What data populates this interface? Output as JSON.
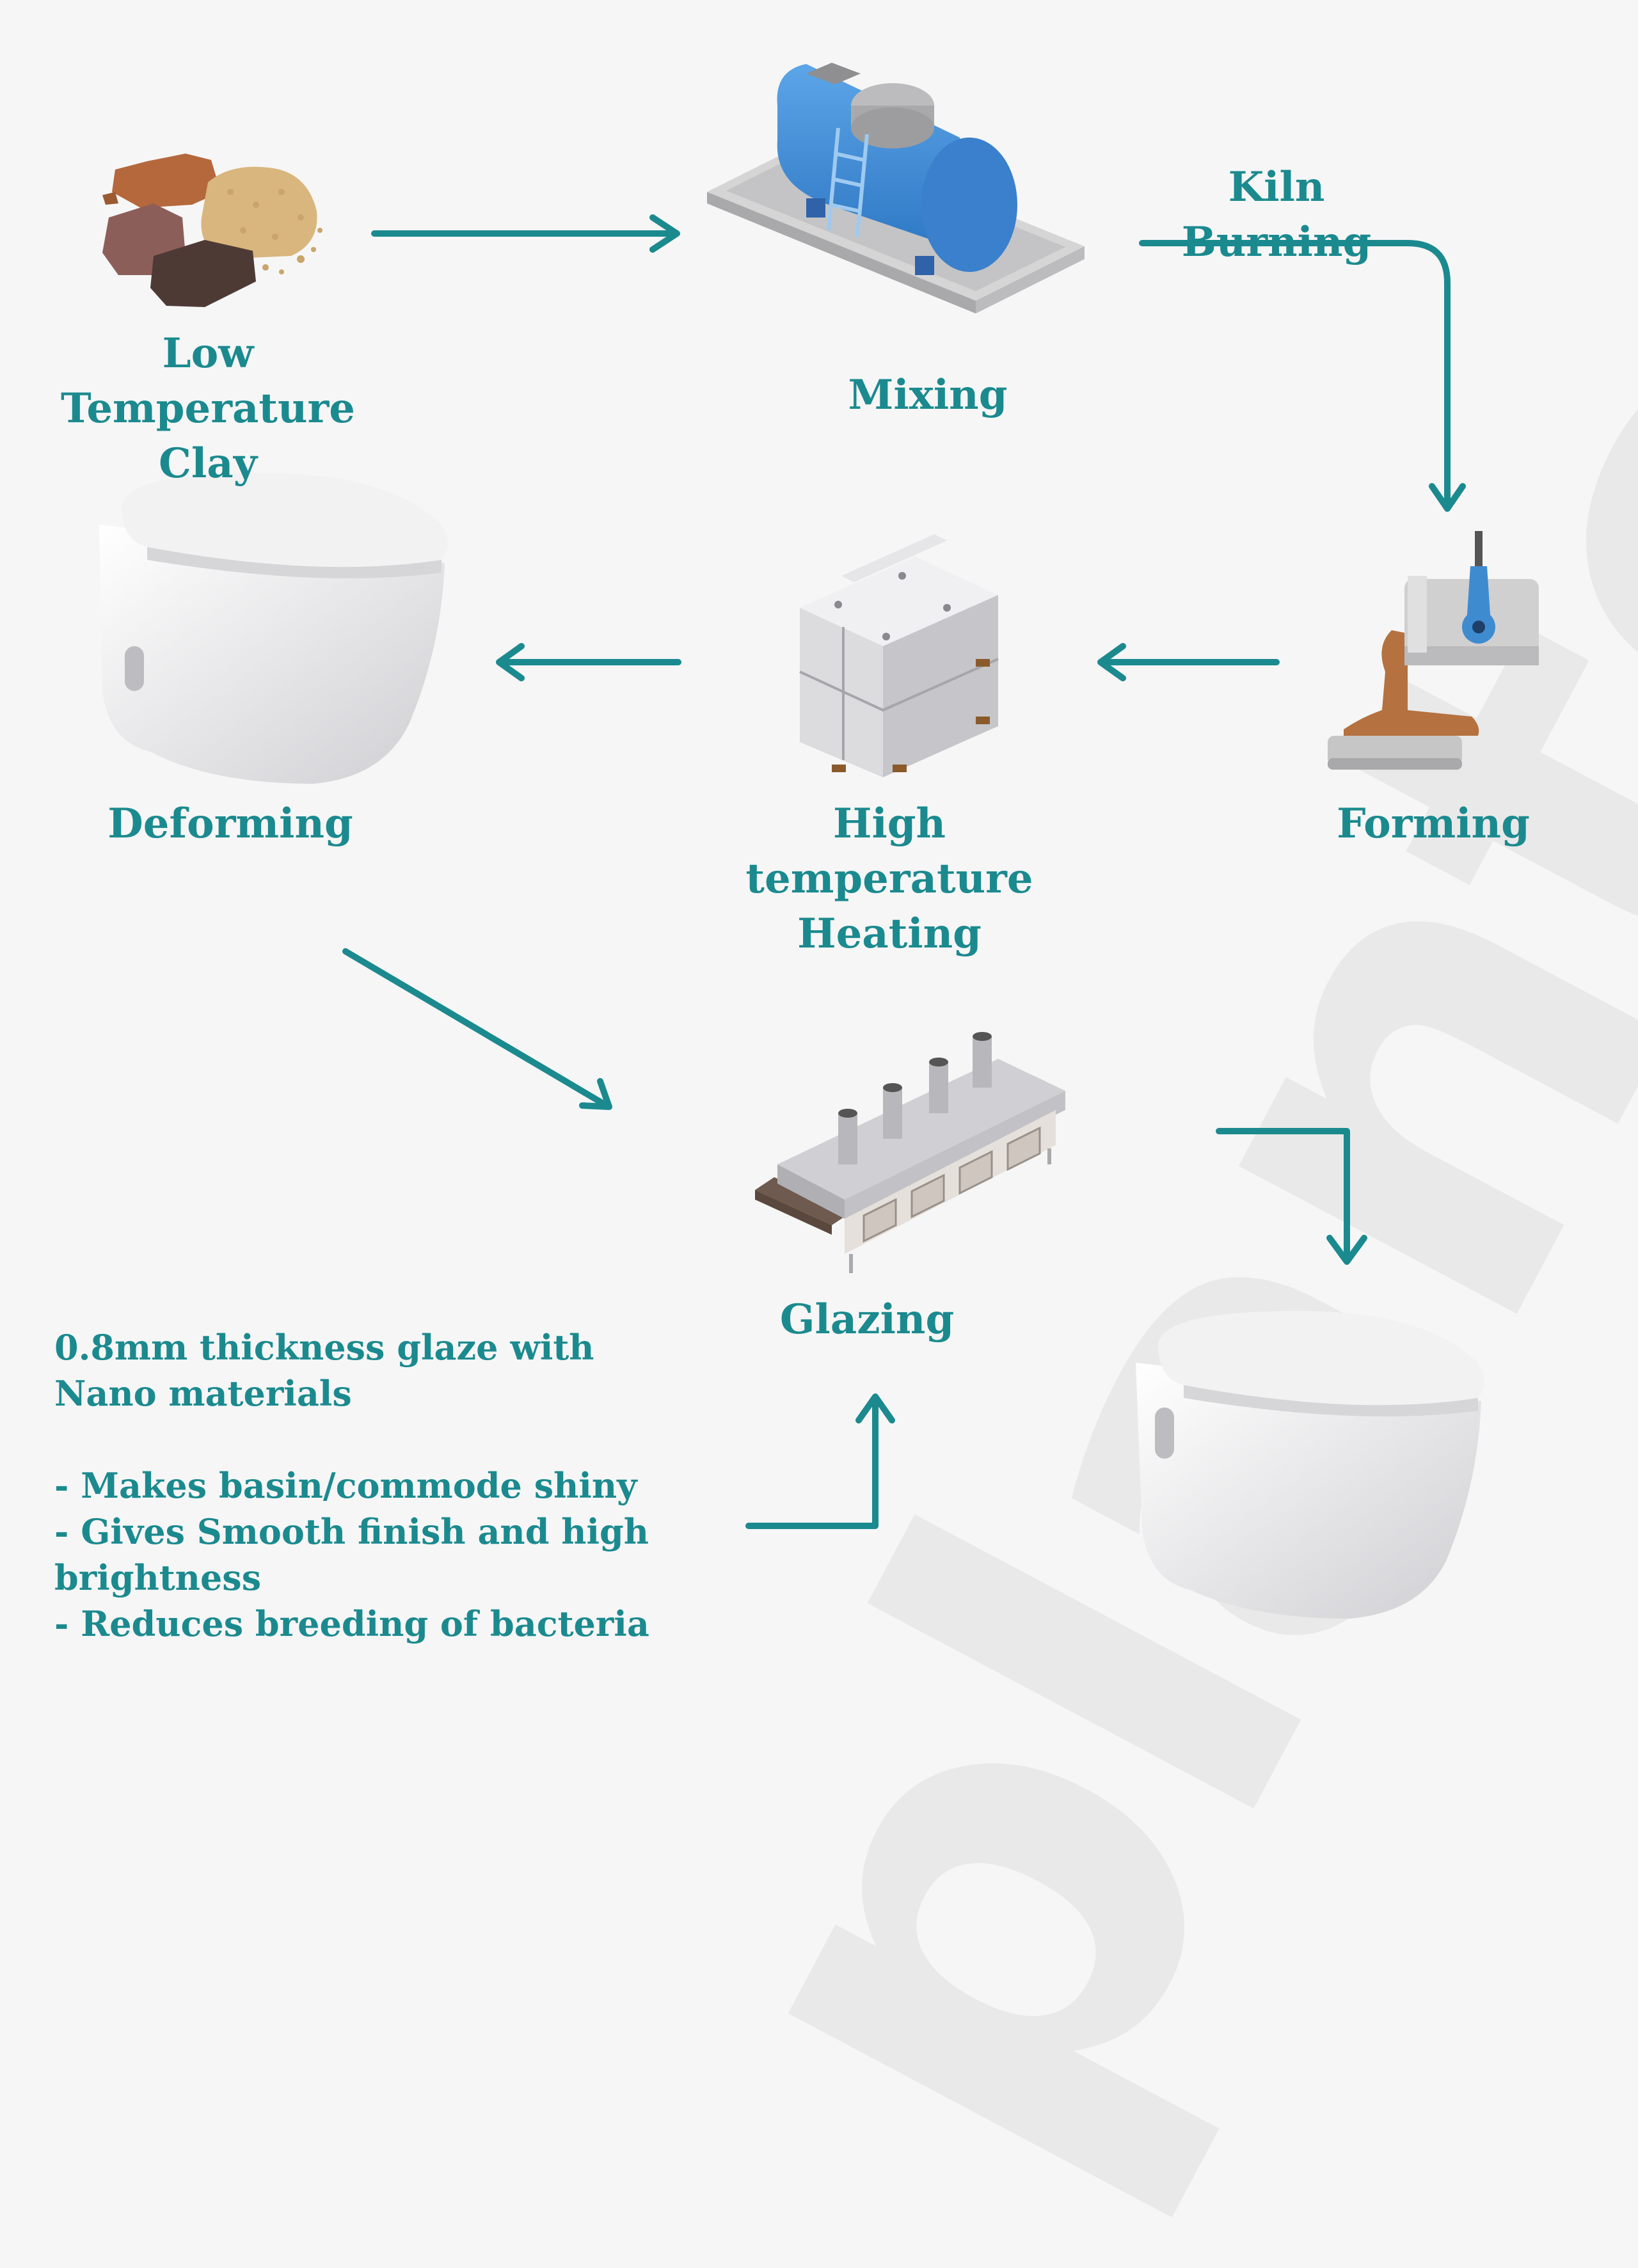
{
  "watermark": "plantex",
  "steps": {
    "low_temp_clay": {
      "line1": "Low Temperature",
      "line2": "Clay"
    },
    "mixing": "Mixing",
    "kiln_burning": "Kiln Burning",
    "forming": "Forming",
    "high_temp_heating": {
      "line1": "High temperature",
      "line2": "Heating"
    },
    "deforming": "Deforming",
    "glazing": "Glazing"
  },
  "glaze_note": {
    "line1": "0.8mm thickness glaze with",
    "line2": "Nano materials",
    "bullets": [
      "- Makes basin/commode shiny",
      "- Gives Smooth finish and high brightness",
      "- Reduces breeding of bacteria"
    ]
  },
  "colors": {
    "accent": "#1b8a8f",
    "tank": "#3d8bd6",
    "clay": "#b5713f",
    "ceramic": "#e2e2e4"
  },
  "icons": [
    "clay-stones-icon",
    "mixing-tank-icon",
    "forming-press-icon",
    "kiln-blocks-icon",
    "toilet-icon",
    "glazing-machine-icon"
  ]
}
